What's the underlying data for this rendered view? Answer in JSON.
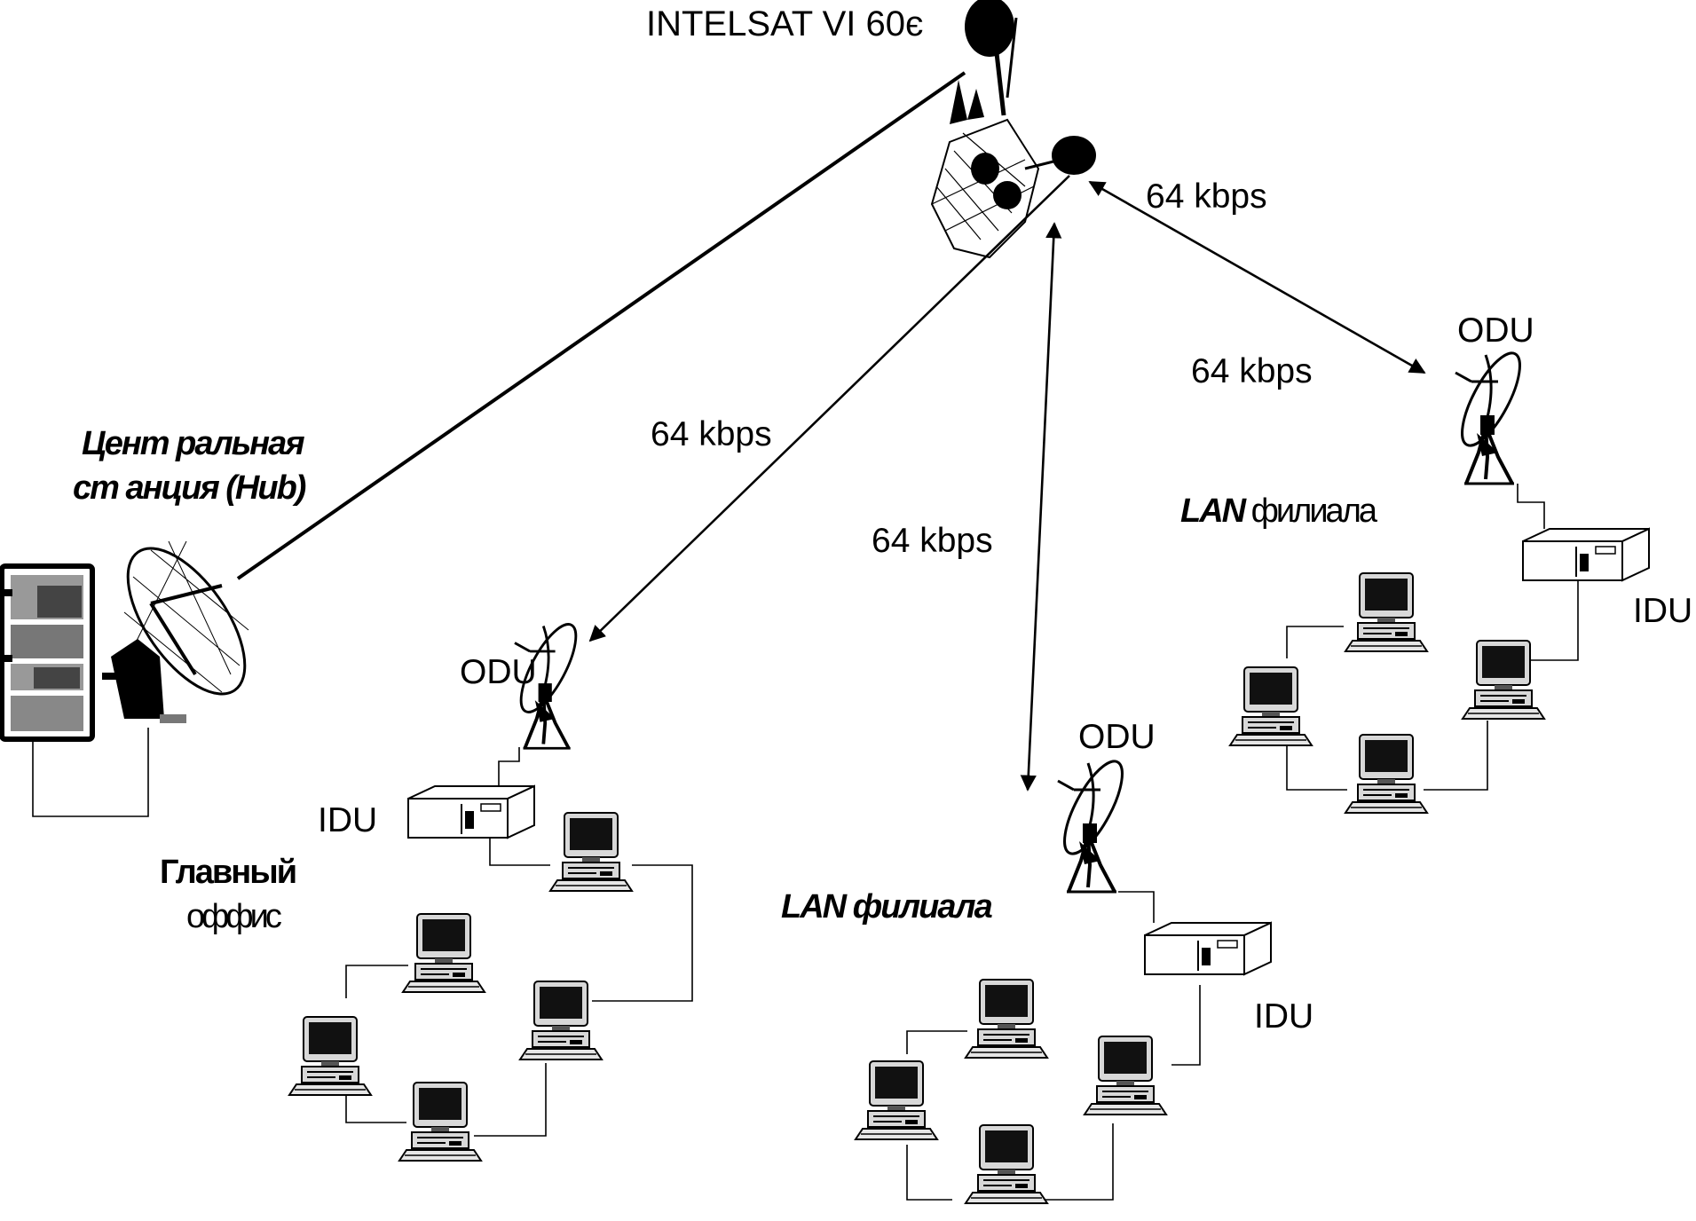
{
  "satellite": {
    "label": "INTELSAT VI 60є"
  },
  "links": {
    "main_office_rate": "64 kbps",
    "branch_center_rate": "64 kbps",
    "branch_right_rate_a": "64 kbps",
    "branch_right_rate_b": "64 kbps"
  },
  "hub": {
    "label_line1": "Цент ральная",
    "label_line2": "ст анция (Hub)"
  },
  "main_office": {
    "title_line1": "Главный",
    "title_line2": "оффис",
    "odu_label": "ODU",
    "idu_label": "IDU"
  },
  "branch_center": {
    "odu_label": "ODU",
    "idu_label": "IDU",
    "lan_label": "LAN филиала"
  },
  "branch_right": {
    "odu_label": "ODU",
    "idu_label": "IDU",
    "lan_prefix": "LAN",
    "lan_suffix": " филиала"
  },
  "colors": {
    "ink": "#000000",
    "screen": "#111111",
    "case": "#d8d8d8",
    "panel": "#9a9a9a",
    "background": "#ffffff"
  },
  "icons": [
    "satellite-icon",
    "satellite-dish-icon",
    "idu-modem-icon",
    "desktop-computer-icon",
    "hub-server-rack-icon"
  ]
}
